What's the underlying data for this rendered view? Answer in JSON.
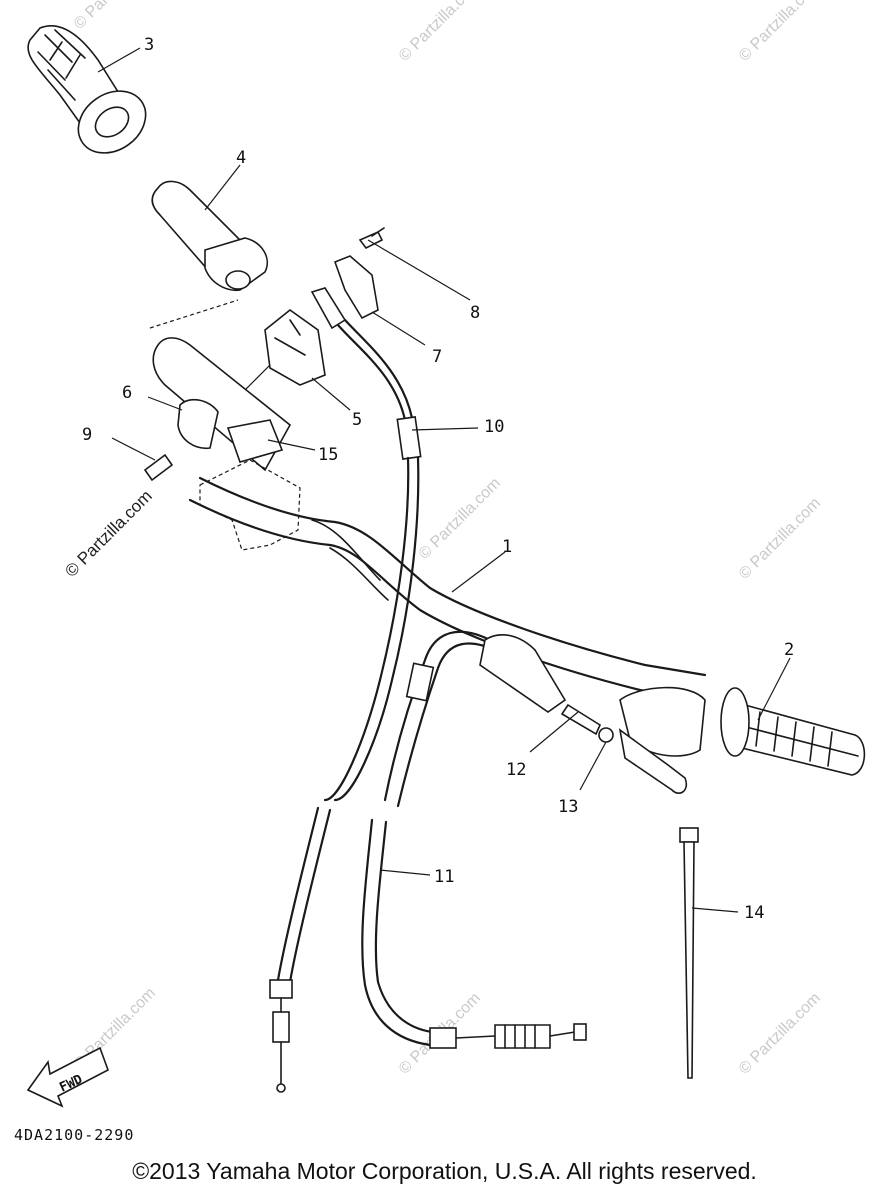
{
  "diagram": {
    "callouts": [
      "1",
      "2",
      "3",
      "4",
      "5",
      "6",
      "7",
      "8",
      "9",
      "10",
      "11",
      "12",
      "13",
      "14",
      "15"
    ],
    "direction_label": "FWD",
    "watermark": "© Partzilla.com",
    "watermark_short": "Partzilla.com"
  },
  "footer": {
    "part_code": "4DA2100-2290",
    "copyright": "©2013 Yamaha Motor Corporation, U.S.A. All rights reserved."
  }
}
